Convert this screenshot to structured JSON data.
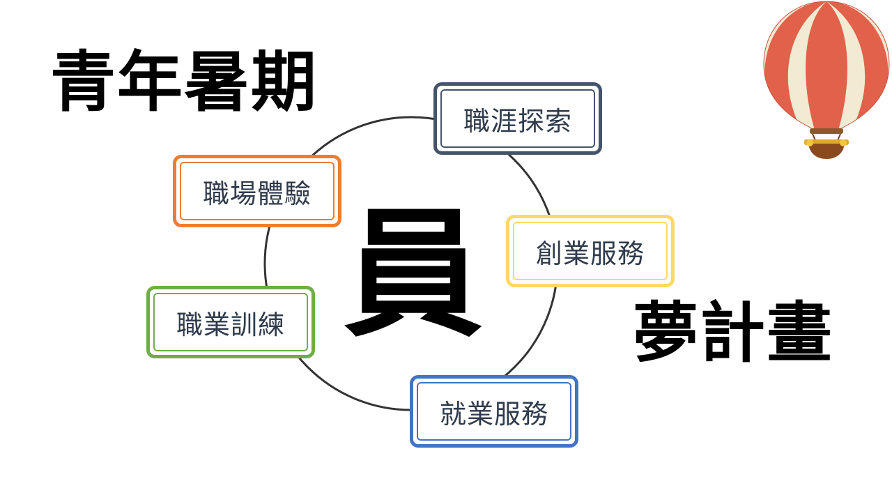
{
  "title_left": "青年暑期",
  "title_right": "夢計畫",
  "center_char": "員",
  "ring_color": "#333333",
  "nodes": [
    {
      "label": "職涯探索",
      "color": "#44546a"
    },
    {
      "label": "創業服務",
      "color": "#ffd966"
    },
    {
      "label": "就業服務",
      "color": "#4472c4"
    },
    {
      "label": "職業訓練",
      "color": "#70ad47"
    },
    {
      "label": "職場體驗",
      "color": "#ed7d31"
    }
  ],
  "decoration": {
    "icon": "hot-air-balloon-icon"
  }
}
